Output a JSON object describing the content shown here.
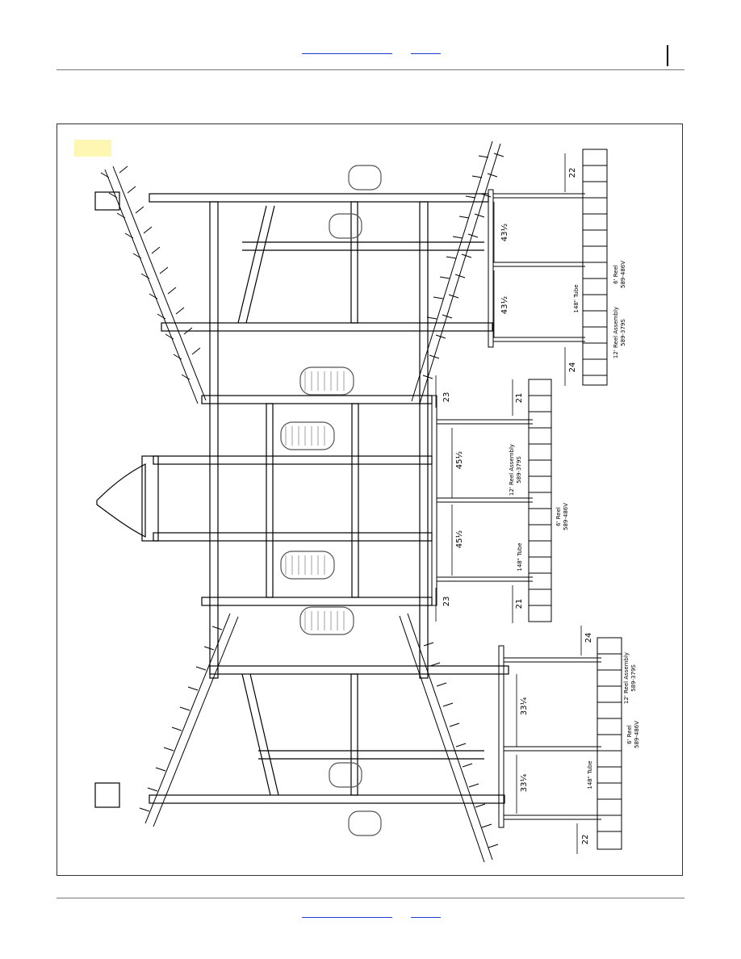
{
  "header": {
    "link1": "",
    "link2": ""
  },
  "footer": {
    "link1": "",
    "link2": ""
  },
  "drawing": {
    "dims": {
      "d22_top": "22",
      "d43_top": "43½",
      "d43_mid": "43½",
      "d24_top": "24",
      "d21_ctr_top": "21",
      "d23_ctr_top": "23",
      "d45_a": "45½",
      "d45_b": "45½",
      "d21_ctr_bot": "21",
      "d23_ctr_bot": "23",
      "d24_bot": "24",
      "d33_a": "33¼",
      "d33_b": "33¼",
      "d22_bot": "22"
    },
    "labels": {
      "reel6_top": "6' Reel",
      "reel6_top_pn": "589-486V",
      "tube_top": "148\" Tube",
      "reel12_top": "12' Reel Assembly",
      "reel12_top_pn": "589-379S",
      "reel12_ctr": "12' Reel Assembly",
      "reel12_ctr_pn": "589-379S",
      "reel6_ctr": "6' Reel",
      "reel6_ctr_pn": "589-486V",
      "tube_ctr": "148\" Tube",
      "reel12_bot": "12' Reel Assembly",
      "reel12_bot_pn": "589-379S",
      "reel6_bot": "6' Reel",
      "reel6_bot_pn": "589-486V",
      "tube_bot": "148\" Tube"
    }
  },
  "colors": {
    "link": "#1a3fd0",
    "highlight": "#fdf7b3",
    "tire": "#999999"
  }
}
